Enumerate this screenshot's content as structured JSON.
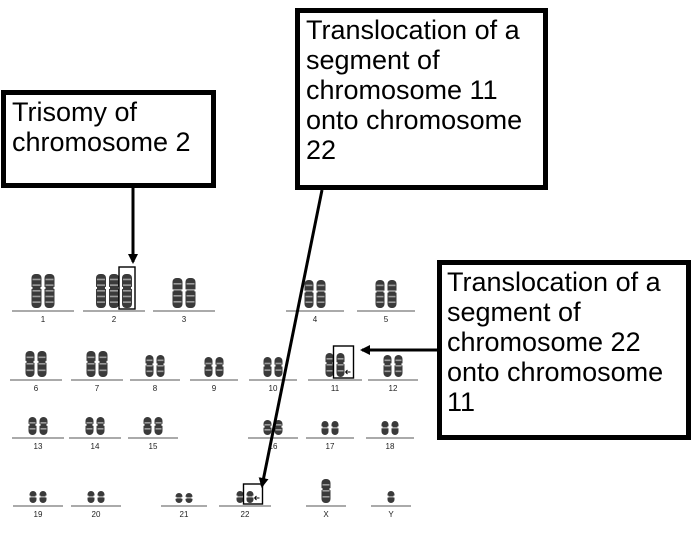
{
  "callouts": {
    "trisomy": {
      "lines": [
        "Trisomy of",
        "chromosome 2"
      ]
    },
    "translocation_11_to_22": {
      "lines": [
        "Translocation of a",
        "segment of",
        "chromosome 11",
        "onto chromosome",
        "22"
      ]
    },
    "translocation_22_to_11": {
      "lines": [
        "Translocation of a",
        "segment of",
        "chromosome 22",
        "onto chromosome",
        "11"
      ]
    }
  },
  "karyotype": {
    "chromosomes": [
      {
        "label": "1",
        "copies": 2
      },
      {
        "label": "2",
        "copies": 3,
        "highlighted": true
      },
      {
        "label": "3",
        "copies": 2
      },
      {
        "label": "4",
        "copies": 2
      },
      {
        "label": "5",
        "copies": 2
      },
      {
        "label": "6",
        "copies": 2
      },
      {
        "label": "7",
        "copies": 2
      },
      {
        "label": "8",
        "copies": 2
      },
      {
        "label": "9",
        "copies": 2
      },
      {
        "label": "10",
        "copies": 2
      },
      {
        "label": "11",
        "copies": 2,
        "highlighted": true
      },
      {
        "label": "12",
        "copies": 2
      },
      {
        "label": "13",
        "copies": 2
      },
      {
        "label": "14",
        "copies": 2
      },
      {
        "label": "15",
        "copies": 2
      },
      {
        "label": "16",
        "copies": 2
      },
      {
        "label": "17",
        "copies": 2
      },
      {
        "label": "18",
        "copies": 2
      },
      {
        "label": "19",
        "copies": 2
      },
      {
        "label": "20",
        "copies": 2
      },
      {
        "label": "21",
        "copies": 2
      },
      {
        "label": "22",
        "copies": 2,
        "highlighted": true
      },
      {
        "label": "X",
        "copies": 1
      },
      {
        "label": "Y",
        "copies": 1
      }
    ]
  },
  "colors": {
    "chromosome": "#3a3a3a",
    "band": "#9a9a9a",
    "line": "#000000",
    "background": "#ffffff"
  }
}
